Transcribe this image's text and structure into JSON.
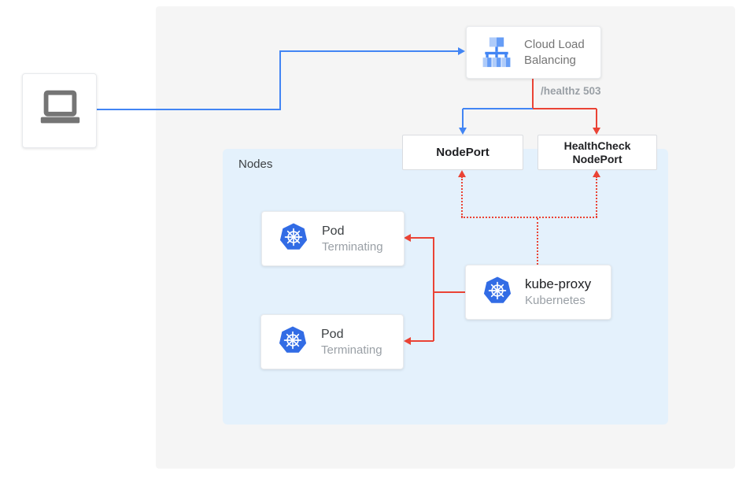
{
  "diagram": {
    "client_device": {
      "icon": "laptop-icon"
    },
    "load_balancer": {
      "icon": "cloud-load-balancing-icon",
      "label_line1": "Cloud Load",
      "label_line2": "Balancing"
    },
    "health_check_label": "/healthz 503",
    "node_port": {
      "label": "NodePort"
    },
    "health_check_node_port": {
      "label_line1": "HealthCheck",
      "label_line2": "NodePort"
    },
    "nodes": {
      "label": "Nodes",
      "pods": [
        {
          "title": "Pod",
          "status": "Terminating",
          "icon": "kubernetes-icon"
        },
        {
          "title": "Pod",
          "status": "Terminating",
          "icon": "kubernetes-icon"
        }
      ],
      "kube_proxy": {
        "title": "kube-proxy",
        "subtitle": "Kubernetes",
        "icon": "kubernetes-icon"
      }
    },
    "colors": {
      "traffic_blue": "#4285f4",
      "health_red": "#ea4335",
      "nodes_background": "#e4f1fc",
      "panel_background": "#f5f5f5",
      "kubernetes_blue": "#326ce5"
    }
  }
}
